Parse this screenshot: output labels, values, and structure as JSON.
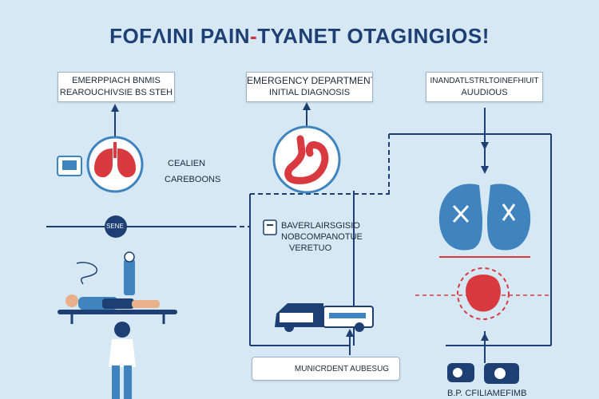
{
  "title": {
    "prefix": "FOFΛINI PAIN",
    "accent": "-",
    "suffix": "TYANET OTAGINGIOS!"
  },
  "boxes": {
    "left": {
      "line1": "EMERPPIACH BNMIS",
      "line2": "REAROUCHIVSIE BS STEH"
    },
    "center": {
      "line1": "EMERGENCY DEPARTMENT",
      "line2": "INITIAL DIAGNOSIS"
    },
    "right": {
      "line1": "INANDATLSTRLTOINEFHIUIT",
      "line2": "AUUDIOUS"
    }
  },
  "labels": {
    "cealien": "CEALIEN",
    "careboons": "CAREBOONS",
    "node": "SENE",
    "side_text_1": "BAVERLAIRSGISIO",
    "side_text_2": "NOBCOMPANOTUE",
    "side_text_3": "VERETUO",
    "bottom_pill": "MUNICRDENT AUBESUG",
    "bottom_right": "B.P. CFILIAMEFIMB"
  },
  "colors": {
    "navy": "#1d3f73",
    "red": "#d93a3f",
    "blue": "#3f84bf",
    "background": "#d6e8f4"
  }
}
